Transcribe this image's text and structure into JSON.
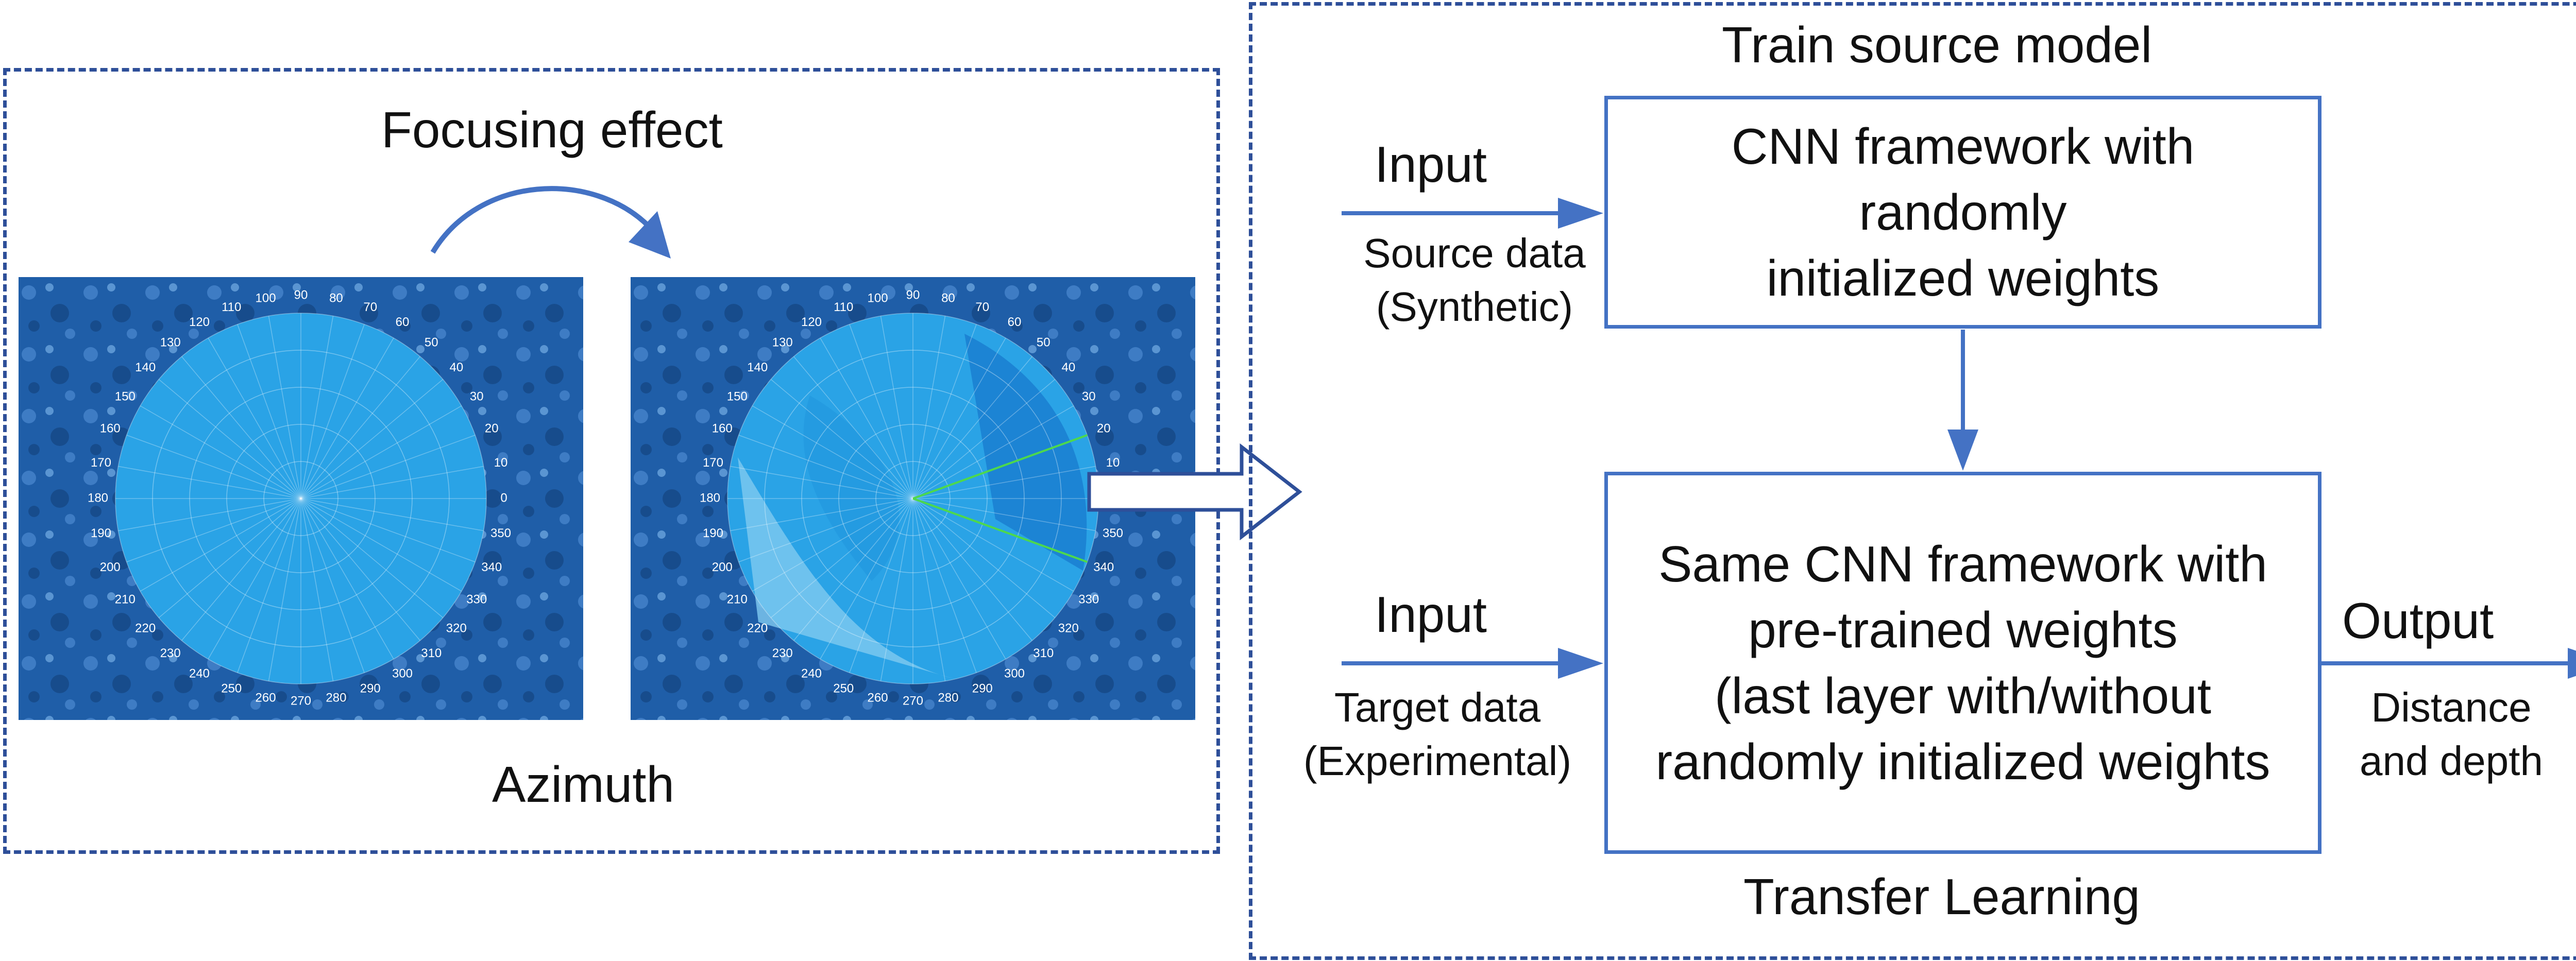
{
  "left_panel": {
    "focusing_label": "Focusing effect",
    "azimuth_label": "Azimuth"
  },
  "sonar": {
    "angle_labels": [
      "0",
      "10",
      "20",
      "30",
      "40",
      "50",
      "60",
      "70",
      "80",
      "90",
      "100",
      "110",
      "120",
      "130",
      "140",
      "150",
      "160",
      "170",
      "180",
      "190",
      "200",
      "210",
      "220",
      "230",
      "240",
      "250",
      "260",
      "270",
      "280",
      "290",
      "300",
      "310",
      "320",
      "330",
      "340",
      "350"
    ],
    "background_color": "#1f5ea8",
    "disc_color": "#2aa3e6",
    "highlight_line_color": "#4dd84d"
  },
  "right_panel": {
    "train_title": "Train source model",
    "transfer_title": "Transfer Learning",
    "top_box_text": "CNN framework with\nrandomly\ninitialized weights",
    "bottom_box_text": "Same CNN framework with\npre-trained weights\n(last layer with/without\nrandomly initialized weights",
    "input_top_label": "Input",
    "input_top_sub": "Source data\n(Synthetic)",
    "input_bottom_label": "Input",
    "input_bottom_sub": "Target data\n(Experimental)",
    "output_label": "Output",
    "output_sub": "Distance\nand depth"
  },
  "colors": {
    "dash_border": "#2e4f99",
    "box_border": "#4472c4",
    "arrow": "#4472c4"
  }
}
